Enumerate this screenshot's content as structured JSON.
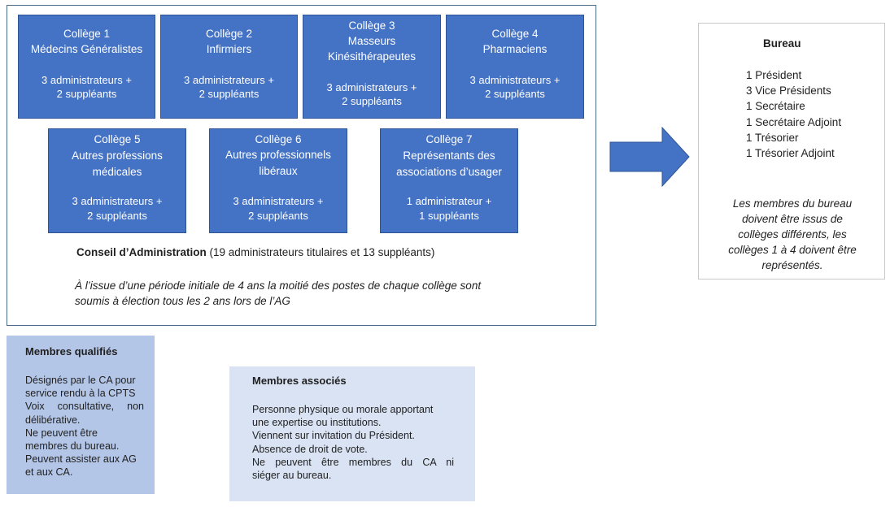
{
  "colleges": [
    {
      "line1": "Collège 1",
      "line2": "Médecins Généralistes",
      "line3": "",
      "seats1": "3 administrateurs +",
      "seats2": "2 suppléants"
    },
    {
      "line1": "Collège 2",
      "line2": "Infirmiers",
      "line3": "",
      "seats1": "3 administrateurs +",
      "seats2": "2 suppléants"
    },
    {
      "line1": "Collège 3",
      "line2": "Masseurs",
      "line3": "Kinésithérapeutes",
      "seats1": "3 administrateurs +",
      "seats2": "2 suppléants"
    },
    {
      "line1": "Collège 4",
      "line2": "Pharmaciens",
      "line3": "",
      "seats1": "3 administrateurs +",
      "seats2": "2 suppléants"
    },
    {
      "line1": "Collège 5",
      "line2": "Autres professions",
      "line3": "médicales",
      "seats1": "3 administrateurs +",
      "seats2": "2 suppléants"
    },
    {
      "line1": "Collège 6",
      "line2": "Autres professionnels",
      "line3": "libéraux",
      "seats1": "3 administrateurs +",
      "seats2": "2 suppléants"
    },
    {
      "line1": "Collège 7",
      "line2": "Représentants des",
      "line3": "associations d’usager",
      "seats1": "1 administrateur +",
      "seats2": "1 suppléants"
    }
  ],
  "conseil": {
    "title_bold": "Conseil d’Administration",
    "title_rest": " (19 administrateurs titulaires et 13 suppléants)",
    "note_line1": "À l’issue d’une période initiale de 4 ans la moitié des postes de chaque collège sont",
    "note_line2": "soumis à élection tous les 2 ans lors de l’AG"
  },
  "colors": {
    "college_fill": "#4472c4",
    "arrow_fill": "#4472c4",
    "qualifies_fill": "#b4c6e7",
    "associes_fill": "#dae3f3"
  },
  "bureau": {
    "title": "Bureau",
    "members": [
      "1 Président",
      "3 Vice Présidents",
      "1 Secrétaire",
      "1 Secrétaire Adjoint",
      "1 Trésorier",
      "1 Trésorier Adjoint"
    ],
    "note_lines": [
      "Les membres du bureau",
      "doivent être issus de",
      "collèges différents, les",
      "collèges 1 à 4 doivent être",
      "représentés."
    ]
  },
  "membres_qualifies": {
    "title": "Membres qualifiés",
    "lines": [
      "Désignés par le CA pour",
      "service rendu à la CPTS",
      "Voix consultative, non",
      "délibérative.",
      "Ne peuvent être",
      "membres du bureau.",
      "Peuvent assister aux AG",
      "et aux CA."
    ]
  },
  "membres_associes": {
    "title": "Membres associés",
    "lines": [
      "Personne physique ou morale apportant",
      "une expertise ou institutions.",
      "Viennent sur invitation du Président.",
      "Absence de droit de vote.",
      "Ne peuvent être membres du CA ni",
      "siéger au bureau."
    ]
  }
}
